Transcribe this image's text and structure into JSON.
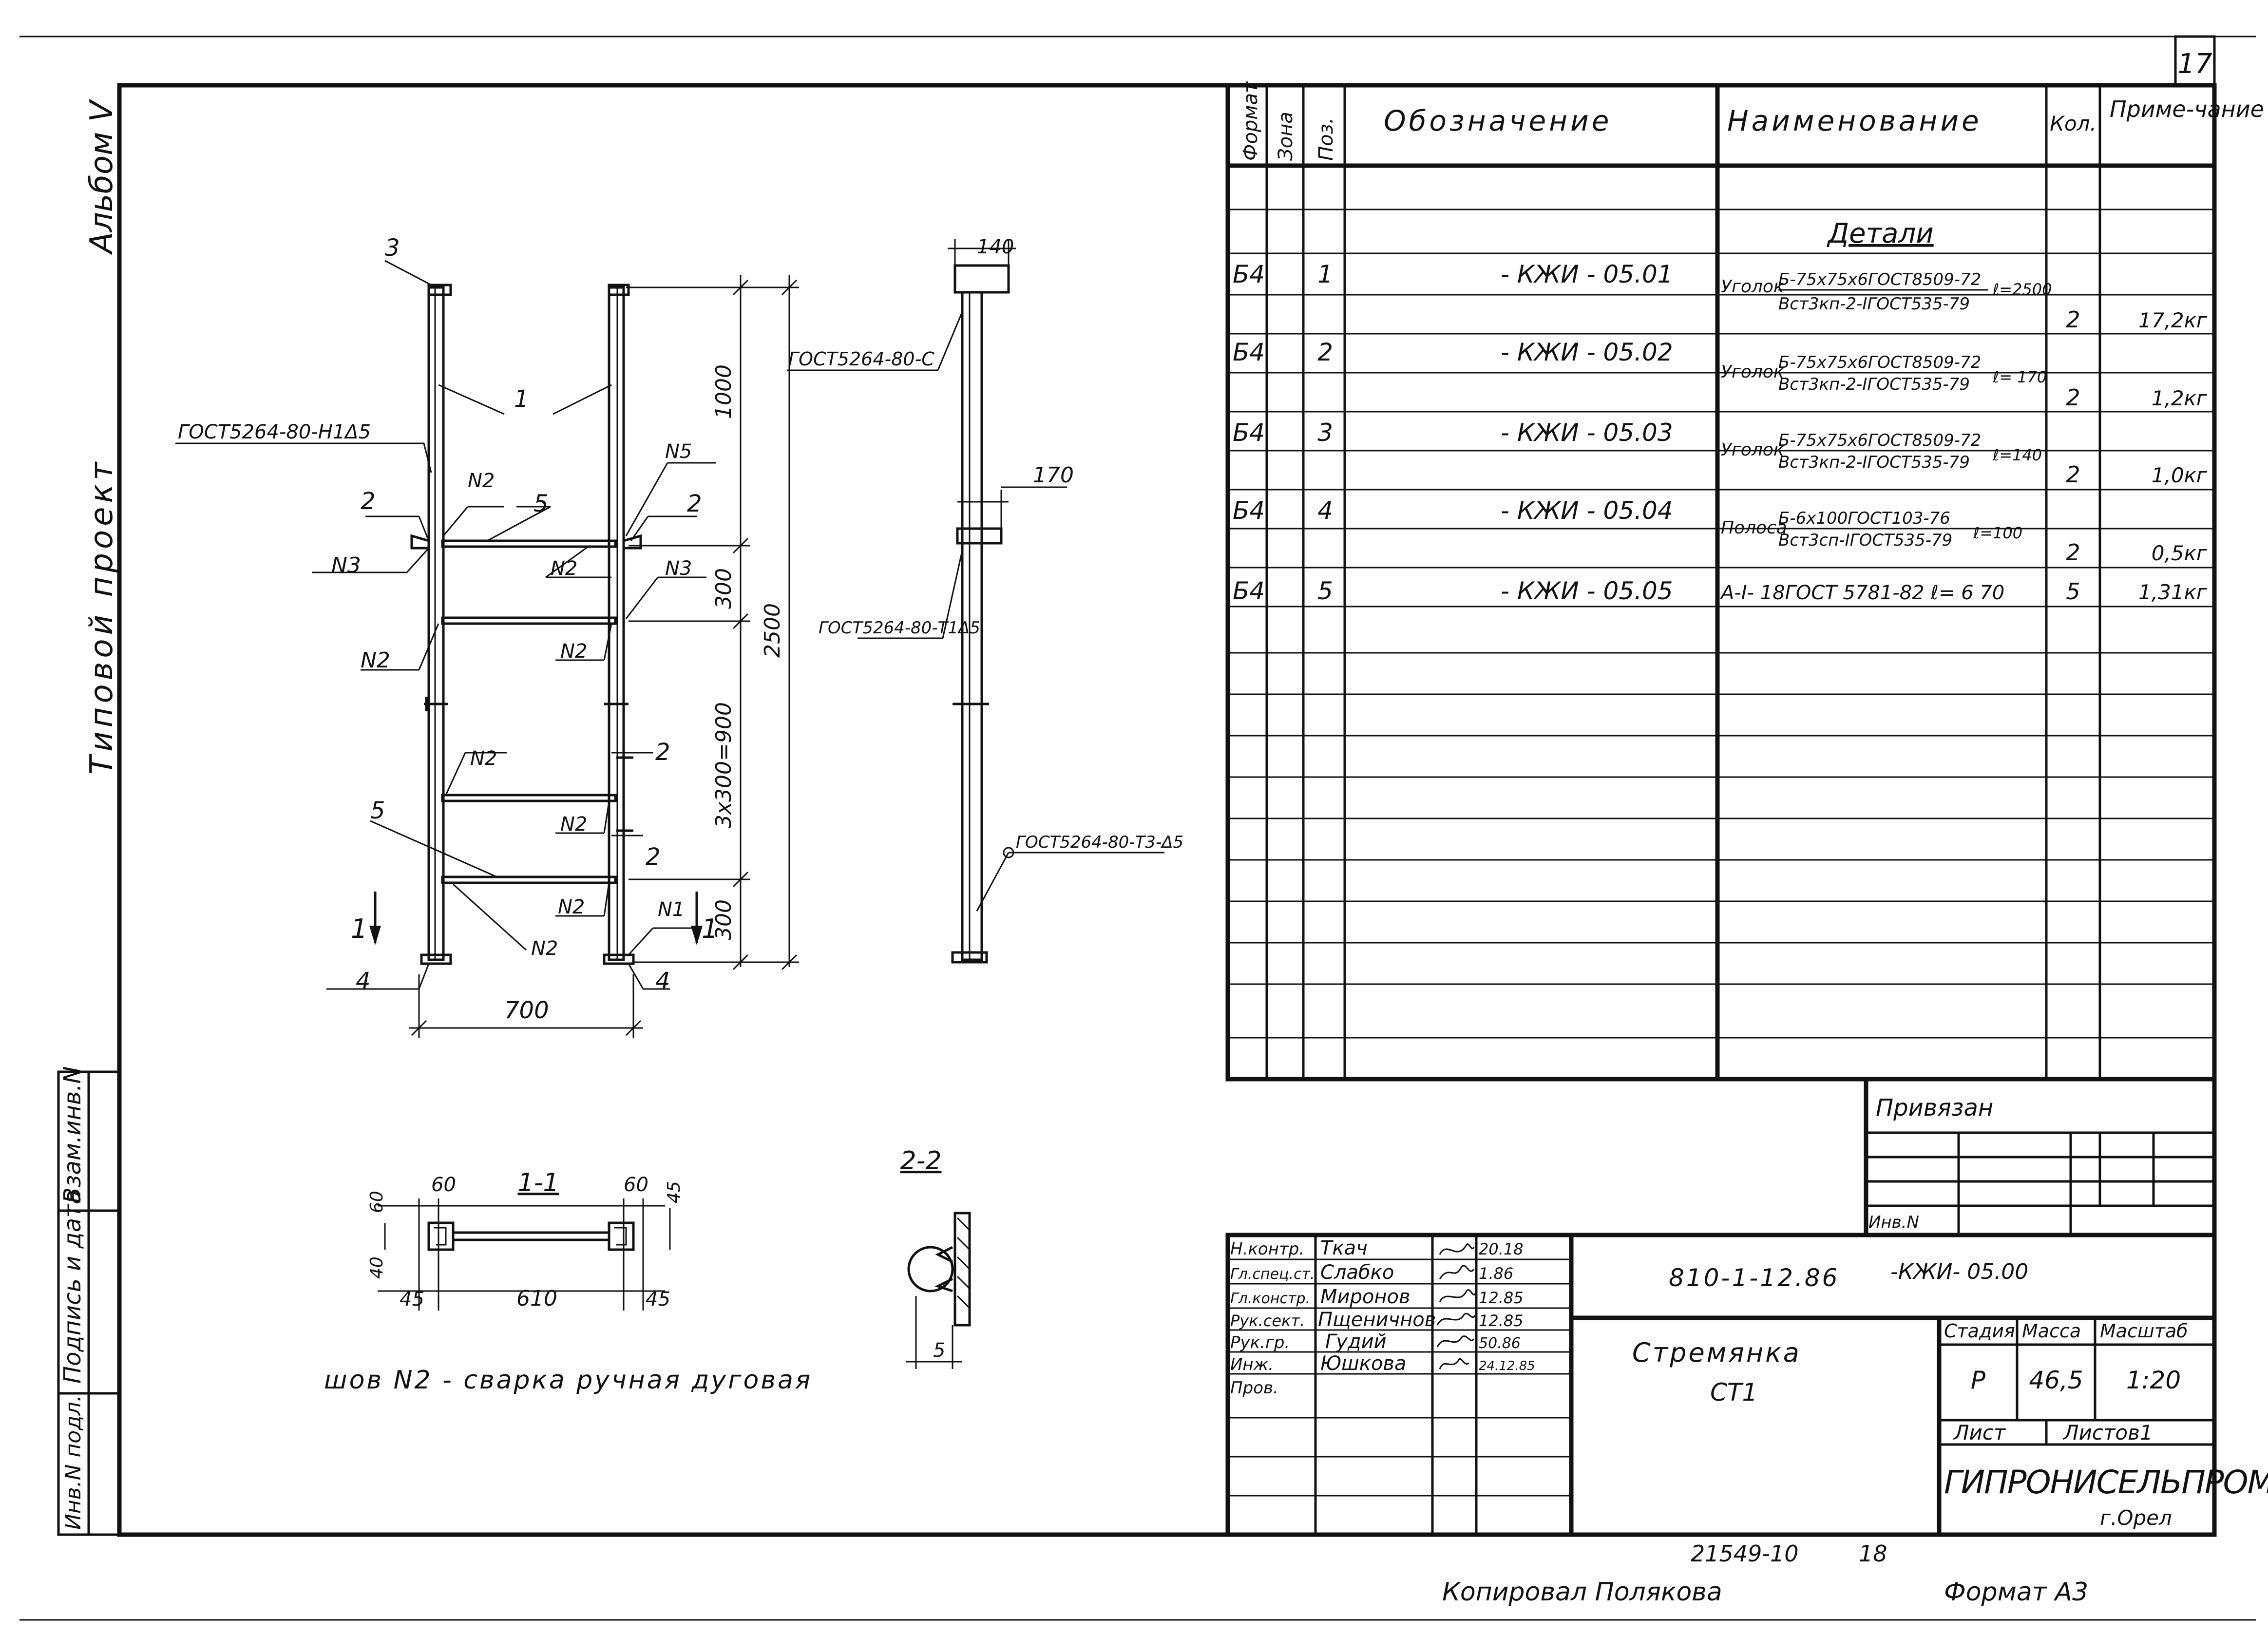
{
  "page_number": "17",
  "side_labels": {
    "album": "Альбом V",
    "project_type": "Типовой проект",
    "inv_podl": "Инв.N подл.",
    "podpis_data": "Подпись и дата",
    "vzam_inv": "Взам.инв.N"
  },
  "spec_table": {
    "headers": {
      "format": "Формат",
      "zone": "Зона",
      "pos": "Поз.",
      "designation": "Обозначение",
      "name": "Наименование",
      "qty": "Кол.",
      "note": "Приме-чание"
    },
    "section_title": "Детали",
    "rows": [
      {
        "format": "Б4",
        "pos": "1",
        "designation": "- КЖИ - 05.01",
        "name_prefix": "Уголок",
        "name_line1": "Б-75х75х6ГОСТ8509-72",
        "name_line2": "Вст3кп-2-IГОСТ535-79",
        "length": "ℓ=2500",
        "qty": "2",
        "note": "17,2кг"
      },
      {
        "format": "Б4",
        "pos": "2",
        "designation": "- КЖИ - 05.02",
        "name_prefix": "Уголок",
        "name_line1": "Б-75х75х6ГОСТ8509-72",
        "name_line2": "Вст3кп-2-IГОСТ535-79",
        "length": "ℓ= 170",
        "qty": "2",
        "note": "1,2кг"
      },
      {
        "format": "Б4",
        "pos": "3",
        "designation": "- КЖИ - 05.03",
        "name_prefix": "Уголок",
        "name_line1": "Б-75х75х6ГОСТ8509-72",
        "name_line2": "Вст3кп-2-IГОСТ535-79",
        "length": "ℓ=140",
        "qty": "2",
        "note": "1,0кг"
      },
      {
        "format": "Б4",
        "pos": "4",
        "designation": "- КЖИ - 05.04",
        "name_prefix": "Полоса",
        "name_line1": "Б-6х100ГОСТ103-76",
        "name_line2": "Вст3сп-IГОСТ535-79",
        "length": "ℓ=100",
        "qty": "2",
        "note": "0,5кг"
      },
      {
        "format": "Б4",
        "pos": "5",
        "designation": "- КЖИ - 05.05",
        "name_full": "А-I- 18ГОСТ 5781-82  ℓ= 6 70",
        "qty": "5",
        "note": "1,31кг"
      }
    ]
  },
  "drawing": {
    "pos_labels": [
      "1",
      "2",
      "3",
      "4",
      "5"
    ],
    "weld_labels": [
      "N1",
      "N2",
      "N3",
      "N5"
    ],
    "gost_weld_1": "ГОСТ5264-80-Н1Δ5",
    "gost_weld_2": "ГОСТ5264-80-С",
    "gost_weld_3": "ГОСТ5264-80-Т1Δ5",
    "gost_weld_4": "ГОСТ5264-80-Т3-Δ5",
    "dims": {
      "d1000": "1000",
      "d300": "300",
      "d3x300": "3х300=900",
      "d300b": "300",
      "d2500": "2500",
      "d700": "700",
      "d140": "140",
      "d170": "170",
      "d60a": "60",
      "d60b": "60",
      "d60c": "60",
      "d45a": "45",
      "d45b": "45",
      "d45c": "45",
      "d40": "40",
      "d610": "610",
      "d5": "5"
    },
    "section_1": "1-1",
    "section_2": "2-2",
    "view_mark": "1",
    "weld_note": "шов N2 - сварка ручная дуговая"
  },
  "title_block": {
    "privyazan": "Привязан",
    "inv_n": "Инв.N",
    "doc_code": "810-1-12.86",
    "doc_code_suffix": "-КЖИ- 05.00",
    "title_line1": "Стремянка",
    "title_line2": "СТ1",
    "stage_h": "Стадия",
    "mass_h": "Масса",
    "scale_h": "Масштаб",
    "stage": "Р",
    "mass": "46,5",
    "scale": "1:20",
    "sheet": "Лист",
    "sheets": "Листов1",
    "org": "ГИПРОНИСЕЛЬПРОМ",
    "city": "г.Орел",
    "signatures": [
      {
        "role": "Н.контр.",
        "name": "Ткач",
        "date": "20.18"
      },
      {
        "role": "Гл.спец.ст.",
        "name": "Слабко",
        "date": "1.86"
      },
      {
        "role": "Гл.констр.",
        "name": "Миронов",
        "date": "12.85"
      },
      {
        "role": "Рук.сект.",
        "name": "Пщеничнов",
        "date": "12.85"
      },
      {
        "role": "Рук.гр.",
        "name": "Гудий",
        "date": "50.86"
      },
      {
        "role": "Инж.",
        "name": "Юшкова",
        "date": "24.12.85"
      },
      {
        "role": "Пров.",
        "name": "",
        "date": ""
      }
    ]
  },
  "bottom": {
    "archive_no": "21549-10",
    "archive_sheet": "18",
    "copied_by": "Копировал Полякова",
    "format": "Формат А3"
  }
}
